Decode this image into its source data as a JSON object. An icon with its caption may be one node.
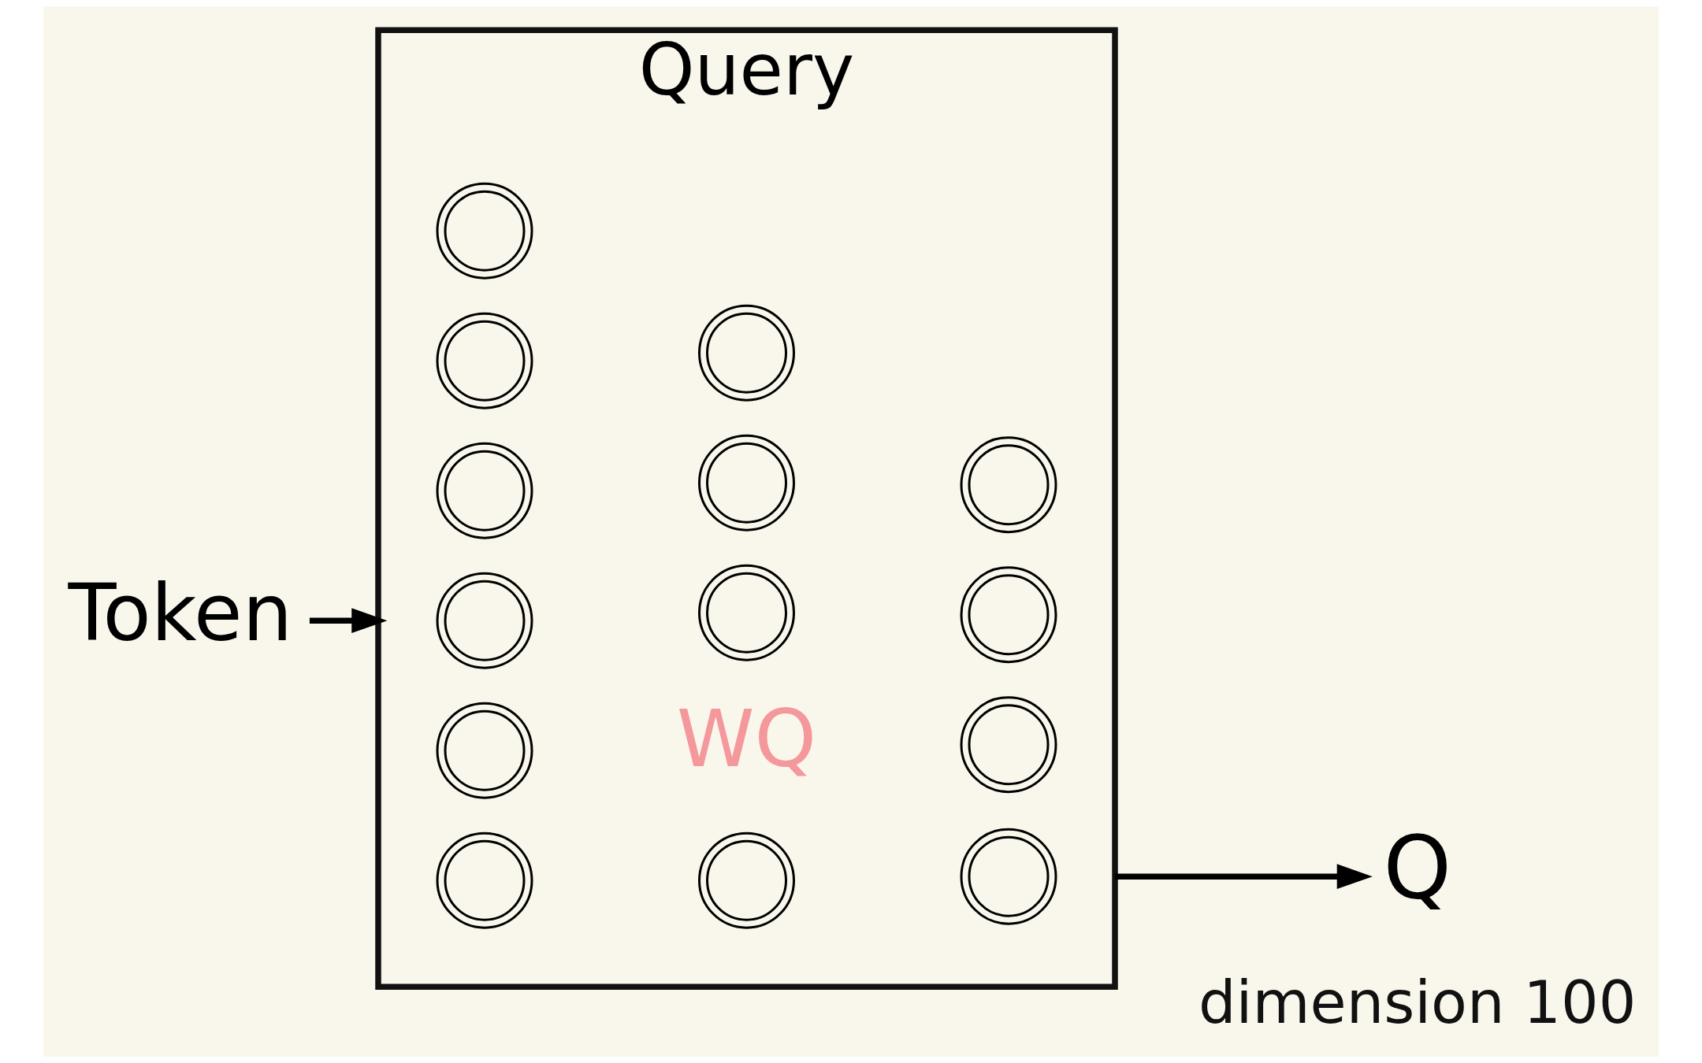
{
  "diagram": {
    "nodes": [
      {
        "text": [
          "Token"
        ]
      },
      {
        "text": [
          "Query"
        ],
        "beside": [
          "WQ"
        ]
      },
      {
        "text": [],
        "shape": "circle",
        "in": 1
      },
      {
        "text": [],
        "shape": "circle",
        "in": 1
      },
      {
        "text": [],
        "shape": "circle",
        "in": 1
      },
      {
        "text": [],
        "shape": "circle",
        "in": 1
      },
      {
        "text": [],
        "shape": "circle",
        "in": 1
      },
      {
        "text": [],
        "shape": "circle",
        "in": 1
      },
      {
        "text": [],
        "shape": "circle",
        "in": 1
      },
      {
        "text": [],
        "shape": "circle",
        "in": 1
      },
      {
        "text": [],
        "shape": "circle",
        "in": 1
      },
      {
        "text": [],
        "shape": "circle",
        "in": 1
      },
      {
        "text": [],
        "shape": "circle",
        "in": 1
      },
      {
        "text": [],
        "shape": "circle",
        "in": 1
      },
      {
        "text": [],
        "shape": "circle",
        "in": 1
      },
      {
        "text": [],
        "shape": "circle",
        "in": 1
      },
      {
        "text": [
          "Q"
        ],
        "beside": [
          "dimension 100"
        ]
      }
    ],
    "edges": [
      {
        "from": 0,
        "to": 1,
        "arrow": "to"
      },
      {
        "from": 1,
        "to": 16,
        "arrow": "to"
      }
    ]
  }
}
